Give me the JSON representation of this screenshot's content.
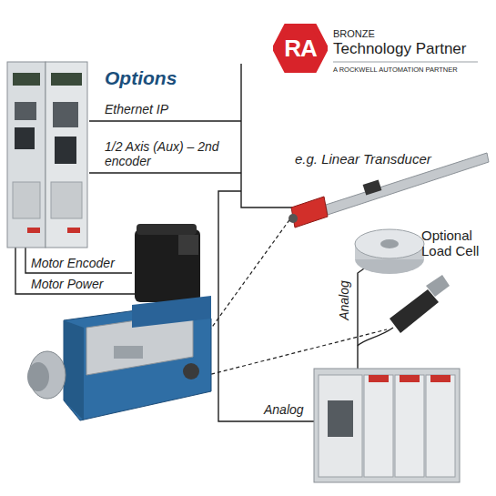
{
  "diagram": {
    "nodes": [
      {
        "text": [
          "RA"
        ]
      }
    ],
    "labels": [
      "Options",
      "Ethernet IP",
      "1/2 Axis (Aux) – 2nd encoder",
      "e.g. Linear Transducer",
      "Optional Load Cell",
      "Analog",
      "Motor Encoder",
      "Motor Power",
      "Analog",
      "BRONZE",
      "Technology Partner",
      "A ROCKWELL AUTOMATION PARTNER"
    ]
  }
}
